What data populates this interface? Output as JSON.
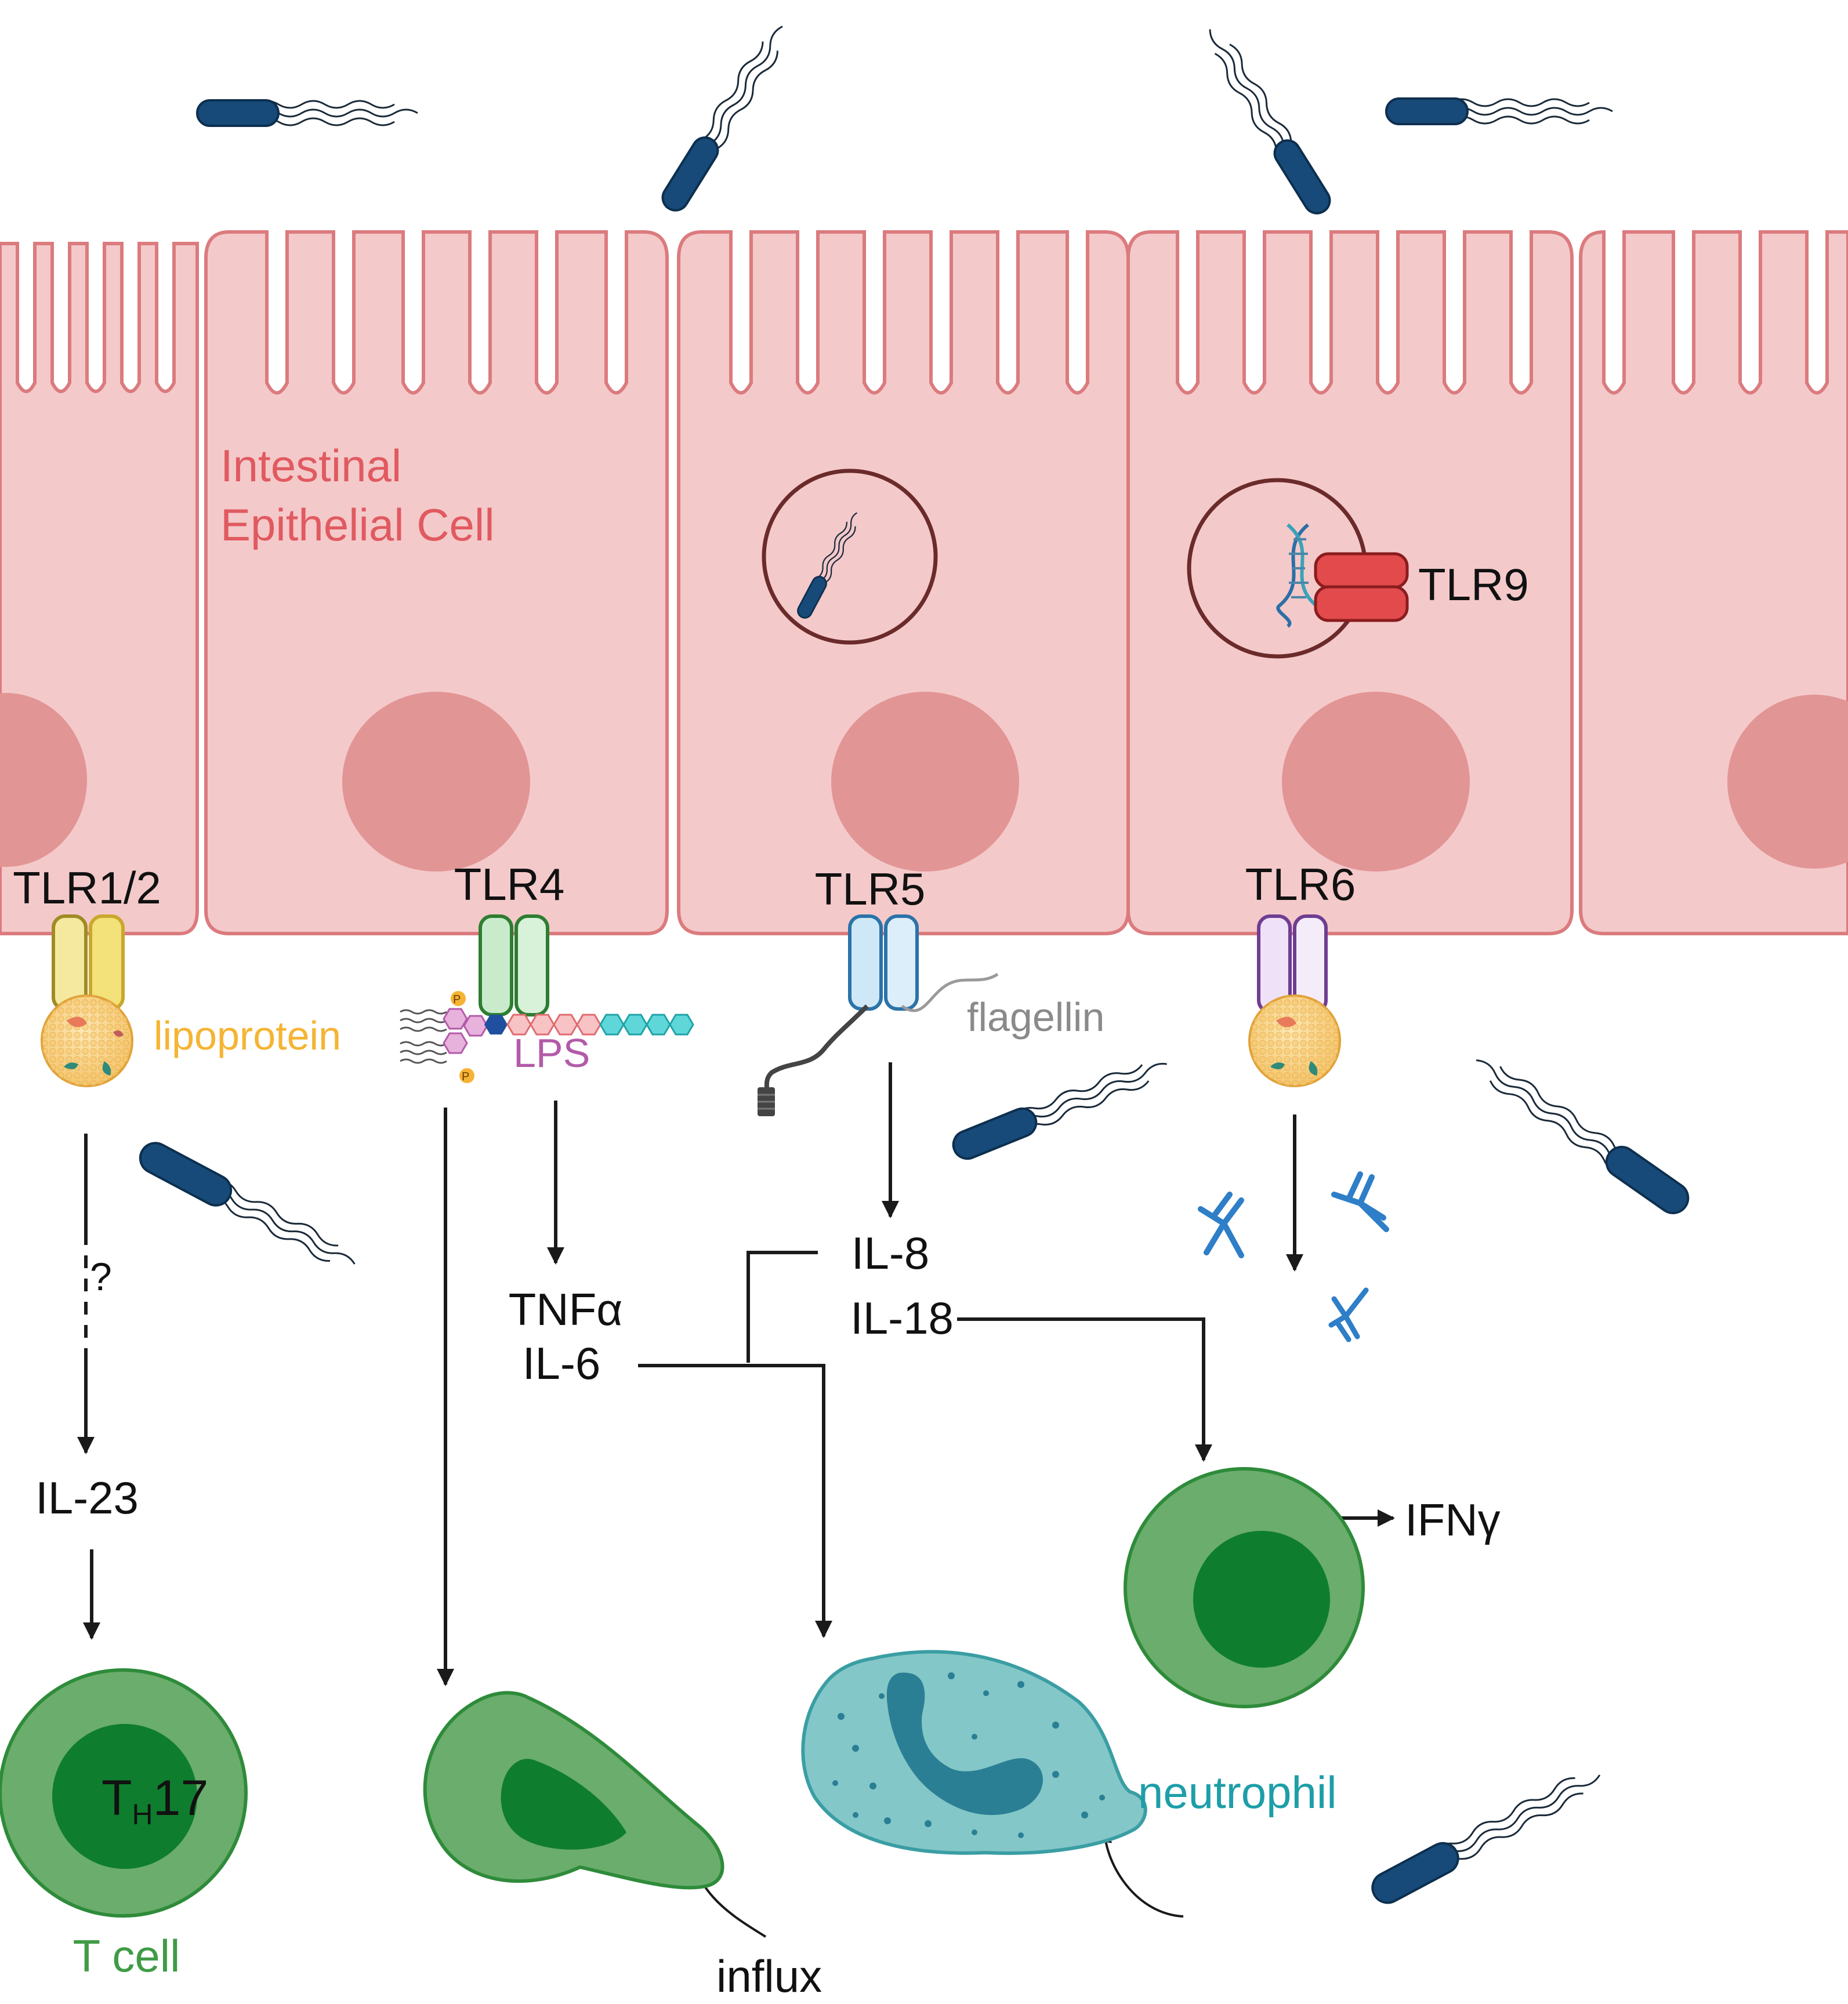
{
  "labels": {
    "cell_title_line1": "Intestinal",
    "cell_title_line2": "Epithelial Cell",
    "tlr12": "TLR1/2",
    "tlr4": "TLR4",
    "tlr5": "TLR5",
    "tlr6": "TLR6",
    "tlr9": "TLR9",
    "lipoprotein": "lipoprotein",
    "lps": "LPS",
    "flagellin": "flagellin",
    "question_mark": "?",
    "il23": "IL-23",
    "tnfa": "TNFα",
    "il6": "IL-6",
    "il8": "IL-8",
    "il18": "IL-18",
    "ifng": "IFNγ",
    "th17_main": "T",
    "th17_sub": "H",
    "th17_suffix": "17",
    "t_cell": "T cell",
    "neutrophil": "neutrophil",
    "influx": "influx",
    "phosphate": "P"
  },
  "colors": {
    "cell_fill": "#f4c9ca",
    "cell_border": "#db7b7e",
    "nucleus": "#e29595",
    "cell_title": "#e05a60",
    "lipoprotein_text": "#f5b433",
    "lps_text": "#b35aa9",
    "flagellin_text": "#8a8a8a",
    "immune_outer": "#6aad6c",
    "immune_inner": "#0f7d2e",
    "immune_border": "#2e8b3a",
    "t_cell_text": "#3f9b46",
    "neutrophil_fill": "#84c7c8",
    "neutrophil_nucleus": "#2a7f94",
    "neutrophil_text": "#1d9ea8",
    "bacteria": "#174a78",
    "antibody": "#2e7ec8",
    "tlr9": "#e24a4c",
    "arrow": "#1a1a1a"
  },
  "icons": {
    "bacterium": "bacterium-icon",
    "antibody": "antibody-icon",
    "dna": "dna-icon",
    "lipoprotein_particle": "lipoprotein-icon",
    "receptor": "receptor-icon"
  }
}
